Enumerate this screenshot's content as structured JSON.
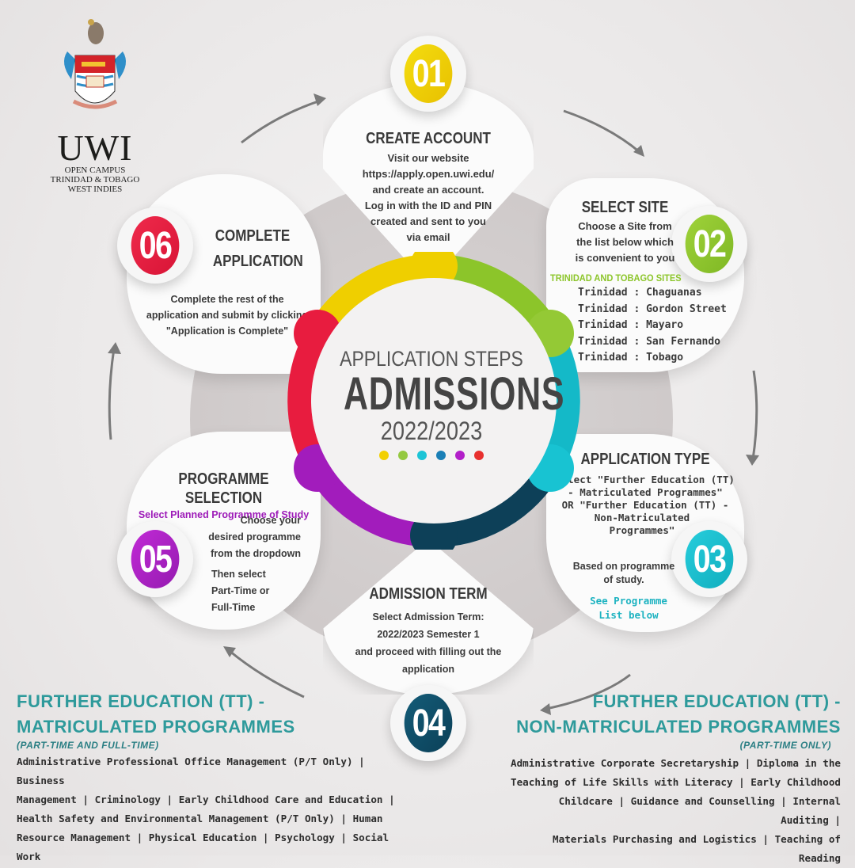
{
  "logo": {
    "icon": "uwi-crest-icon",
    "wordmark": "UWI",
    "lines": [
      "OPEN CAMPUS",
      "TRINIDAD & TOBAGO",
      "WEST INDIES"
    ]
  },
  "center": {
    "subtitle": "APPLICATION STEPS",
    "title": "ADMISSIONS",
    "year": "2022/2023",
    "dots": [
      "#f2d000",
      "#94c940",
      "#1cc4d6",
      "#1a7fb6",
      "#b21fc9",
      "#e8302e"
    ]
  },
  "colors": {
    "step1": "#efcf00",
    "step2": "#8cc52a",
    "step3": "#18bfcf",
    "step4": "#0d4a63",
    "step5": "#a21cbc",
    "step6": "#e81c3f",
    "teal_heading": "#2e9a9b",
    "site_green": "#8cc52a",
    "purple_sub": "#9d1bb8"
  },
  "steps": [
    {
      "number": "01",
      "title": "CREATE ACCOUNT",
      "lines": [
        "Visit our website",
        "https://apply.open.uwi.edu/",
        "and create an account.",
        "Log in with the ID and PIN",
        "created and sent to you",
        "via email"
      ]
    },
    {
      "number": "02",
      "title": "SELECT SITE",
      "lines": [
        "Choose a Site from",
        "the list below which",
        "is convenient to you"
      ],
      "sites_heading": "TRINIDAD AND TOBAGO SITES",
      "sites": [
        "Trinidad : Chaguanas",
        "Trinidad : Gordon Street",
        "Trinidad : Mayaro",
        "Trinidad : San Fernando",
        "Trinidad : Tobago"
      ]
    },
    {
      "number": "03",
      "title": "APPLICATION TYPE",
      "lines": [
        "Select \"Further Education (TT)",
        "- Matriculated Programmes\"",
        "OR  \"Further Education (TT) -",
        "Non-Matriculated",
        "Programmes\""
      ],
      "note": [
        "Based on programme",
        "of study."
      ],
      "link": [
        "See Programme",
        "List below"
      ]
    },
    {
      "number": "04",
      "title": "ADMISSION TERM",
      "lines": [
        "Select Admission Term:",
        "2022/2023 Semester 1",
        "and proceed with filling out the",
        "application"
      ]
    },
    {
      "number": "05",
      "title": "PROGRAMME SELECTION",
      "subtitle": "Select Planned Programme of Study",
      "lines": [
        "Choose your",
        "desired programme",
        "from the dropdown"
      ],
      "lines2": [
        "Then select",
        "Part-Time or",
        "Full-Time"
      ]
    },
    {
      "number": "06",
      "title_lines": [
        "COMPLETE",
        "APPLICATION"
      ],
      "lines": [
        "Complete the rest of the",
        "application and submit by clicking",
        "\"Application is Complete\""
      ]
    }
  ],
  "programmes": {
    "matriculated": {
      "heading_lines": [
        "FURTHER EDUCATION (TT) -",
        "MATRICULATED PROGRAMMES"
      ],
      "mode": "(PART-TIME AND FULL-TIME)",
      "lines": [
        "Administrative Professional Office Management (P/T Only) | Business",
        "Management | Criminology | Early Childhood Care and Education |",
        "Health Safety and Environmental Management (P/T Only) | Human",
        "Resource Management | Physical Education | Psychology | Social Work"
      ]
    },
    "non_matriculated": {
      "heading_lines": [
        "FURTHER EDUCATION (TT) -",
        "NON-MATRICULATED PROGRAMMES"
      ],
      "mode": "(PART-TIME ONLY)",
      "lines": [
        "Administrative Corporate Secretaryship | Diploma in the",
        "Teaching of Life Skills with Literacy | Early Childhood",
        "Childcare | Guidance and Counselling | Internal Auditing |",
        "Materials Purchasing and Logistics | Teaching of Reading"
      ]
    }
  }
}
